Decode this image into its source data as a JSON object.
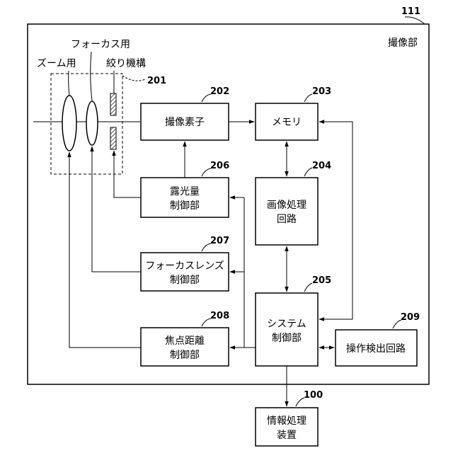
{
  "refs": {
    "camera_unit": "111",
    "lens_group": "201",
    "image_sensor": "202",
    "memory": "203",
    "image_processing": "204",
    "system_control": "205",
    "exposure_control": "206",
    "focus_lens_control": "207",
    "focal_length_control": "208",
    "operation_detection": "209",
    "info_processor": "100"
  },
  "labels": {
    "camera_unit": "撮像部",
    "zoom_lens": "ズーム用",
    "focus_lens": "フォーカス用",
    "aperture": "絞り機構"
  },
  "blocks": {
    "image_sensor": [
      "撮像素子"
    ],
    "memory": [
      "メモリ"
    ],
    "image_processing": [
      "画像処理",
      "回路"
    ],
    "system_control": [
      "システム",
      "制御部"
    ],
    "exposure_control": [
      "露光量",
      "制御部"
    ],
    "focus_lens_control": [
      "フォーカスレンズ",
      "制御部"
    ],
    "focal_length_control": [
      "焦点距離",
      "制御部"
    ],
    "operation_detection": [
      "操作検出回路"
    ],
    "info_processor": [
      "情報処理",
      "装置"
    ]
  }
}
